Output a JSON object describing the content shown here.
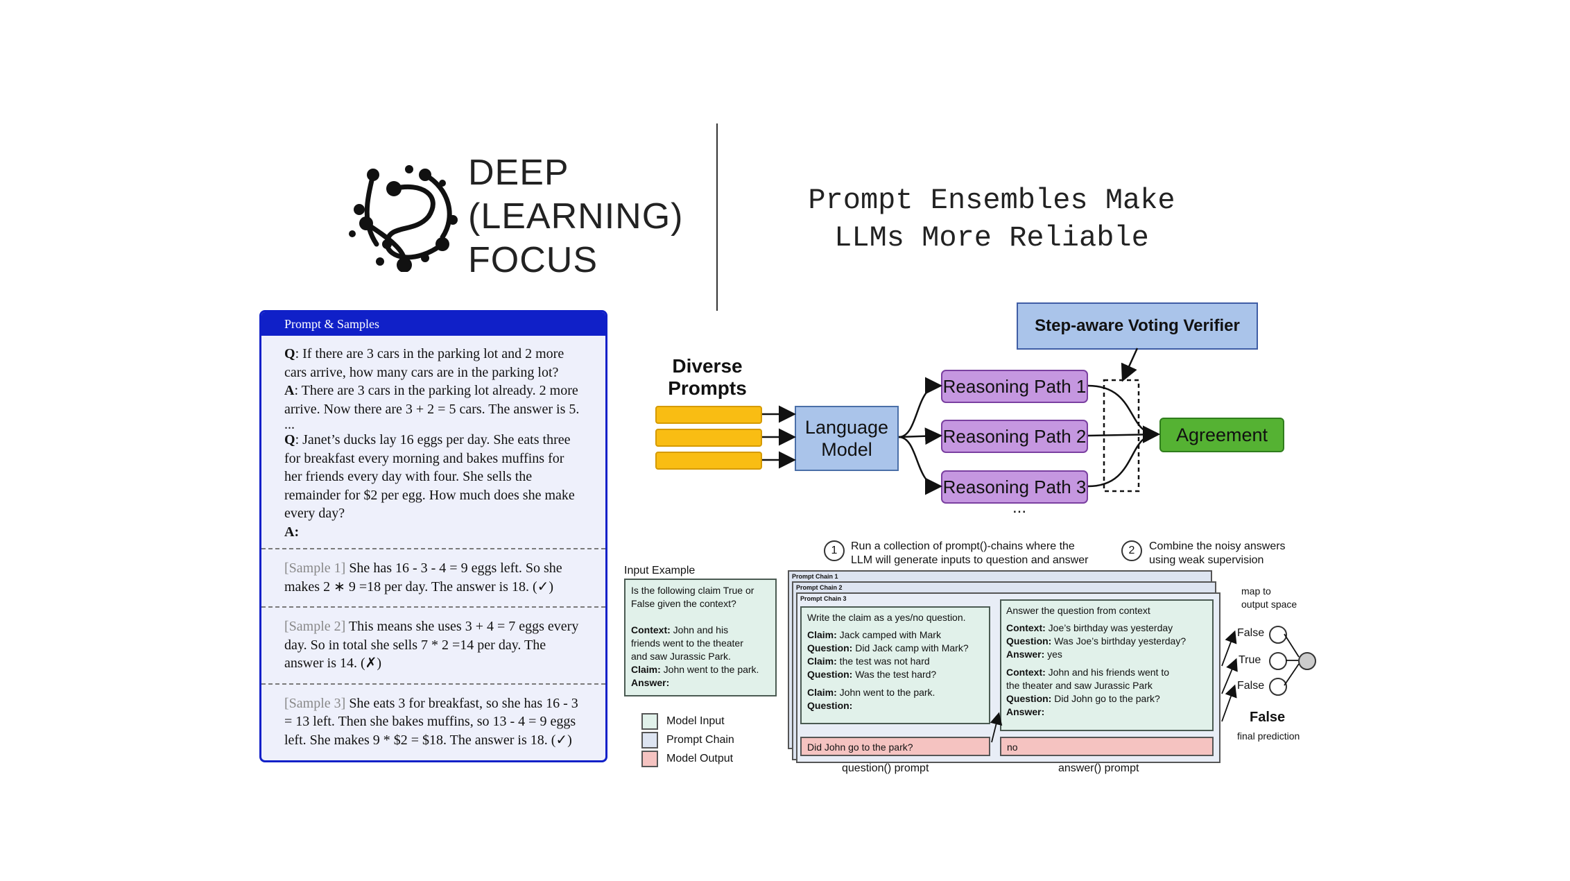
{
  "brand": {
    "line1": "DEEP",
    "line2": "(LEARNING)",
    "line3": "FOCUS"
  },
  "headline": {
    "line1": "Prompt Ensembles Make",
    "line2": "LLMs More Reliable"
  },
  "panel": {
    "title": "Prompt & Samples",
    "q1_label": "Q",
    "q1": ": If there are 3 cars in the parking lot and 2 more cars arrive, how many cars are in the parking lot?",
    "a1_label": "A",
    "a1": ": There are 3 cars in the parking lot already. 2 more arrive. Now there are 3 + 2 = 5 cars. The answer is 5.",
    "ellipsis": "...",
    "q2_label": "Q",
    "q2": ": Janet’s ducks lay 16 eggs per day. She eats three for breakfast every morning and bakes muffins for her friends every day with four. She sells the remainder for $2 per egg. How much does she make every day?",
    "a2_label": "A:",
    "samples": [
      {
        "tag": "[Sample 1]",
        "text": " She has 16 - 3 - 4 = 9 eggs left. So she makes 2 ∗ 9 =18 per day. The answer is 18. (✓)"
      },
      {
        "tag": "[Sample 2]",
        "text": " This means she uses 3 + 4 = 7 eggs every day. So in total she sells 7 * 2 =14 per day. The answer is 14. (✗)"
      },
      {
        "tag": "[Sample 3]",
        "text": " She eats 3 for breakfast, so she has 16 - 3 = 13 left. Then she bakes muffins, so 13 - 4 = 9 eggs left. She makes 9 * $2 = $18. The answer is 18. (✓)"
      }
    ]
  },
  "top_diagram": {
    "diverse_prompts_1": "Diverse",
    "diverse_prompts_2": "Prompts",
    "lm_1": "Language",
    "lm_2": "Model",
    "paths": [
      "Reasoning Path 1",
      "Reasoning Path 2",
      "Reasoning Path 3"
    ],
    "path_ellipsis": "...",
    "agreement": "Agreement",
    "verifier": "Step-aware Voting Verifier",
    "colors": {
      "prompt": "#f9bd13",
      "model": "#aac4ea",
      "path": "#c597e0",
      "agreement": "#55b233"
    }
  },
  "bottom_diagram": {
    "step1_num": "1",
    "step1_line1": "Run a collection of prompt()-chains where the",
    "step1_line2": "LLM will generate inputs to question and answer",
    "step2_num": "2",
    "step2_line1": "Combine the noisy answers",
    "step2_line2": "using weak supervision",
    "input_title": "Input Example",
    "input_q1": "Is the following claim  True or",
    "input_q2": "False given the context?",
    "input_ctx_label": "Context:",
    "input_ctx_1": " John and his",
    "input_ctx_2": "friends went to the theater",
    "input_ctx_3": "and saw Jurassic Park.",
    "input_claim_label": "Claim:",
    "input_claim": " John went to the park.",
    "input_answer_label": "Answer:",
    "chain_tabs": [
      "Prompt Chain 1",
      "Prompt Chain 2",
      "Prompt Chain 3"
    ],
    "q_prompt": {
      "instruction": "Write the claim as a yes/no question.",
      "claim_label": "Claim:",
      "claim": " Jack camped with Mark",
      "question_label": "Question:",
      "question": " Did Jack camp with Mark?",
      "claim2_label": "Claim:",
      "claim2": " the test was not hard",
      "question2_label": "Question:",
      "question2": " Was the test hard?",
      "claim3_label": "Claim:",
      "claim3": " John went to the park.",
      "question3_label": "Question:",
      "output": "Did John go to the park?",
      "caption": "question() prompt"
    },
    "a_prompt": {
      "instruction": "Answer the question from context",
      "ctx_label": "Context:",
      "ctx": " Joe’s birthday was yesterday",
      "q_label": "Question:",
      "q": " Was Joe’s birthday yesterday?",
      "ans_label": "Answer:",
      "ans": " yes",
      "ctx2_label": "Context:",
      "ctx2a": " John and his friends went to",
      "ctx2b": "the theater and saw Jurassic Park",
      "q2_label": "Question:",
      "q2": " Did John go to the park?",
      "ans2_label": "Answer:",
      "output": "no",
      "caption": "answer() prompt"
    },
    "legend": [
      "Model Input",
      "Prompt Chain",
      "Model Output"
    ],
    "map_1": "map to",
    "map_2": "output space",
    "votes": [
      "False",
      "True",
      "False"
    ],
    "final": "False",
    "final_caption": "final prediction"
  }
}
